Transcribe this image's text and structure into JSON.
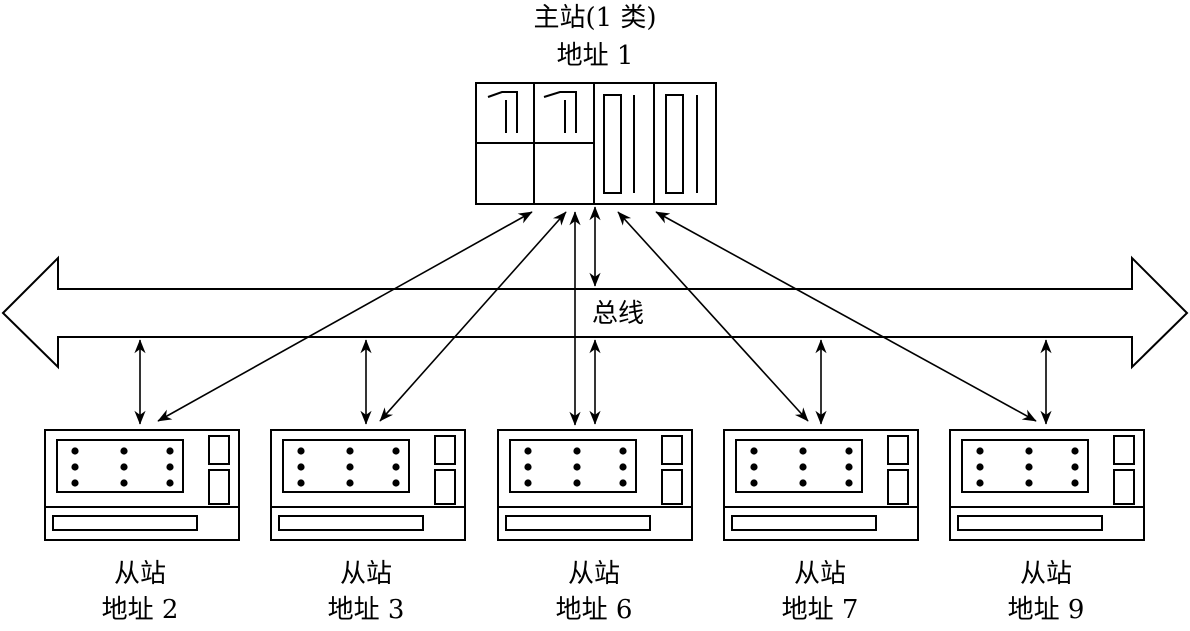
{
  "master": {
    "line1": "主站(1 类)",
    "line2": "地址 1"
  },
  "bus": {
    "label": "总线"
  },
  "slaves": [
    {
      "line1": "从站",
      "line2": "地址 2"
    },
    {
      "line1": "从站",
      "line2": "地址 3"
    },
    {
      "line1": "从站",
      "line2": "地址 6"
    },
    {
      "line1": "从站",
      "line2": "地址 7"
    },
    {
      "line1": "从站",
      "line2": "地址 9"
    }
  ],
  "colors": {
    "stroke": "#000000",
    "background": "#ffffff"
  }
}
